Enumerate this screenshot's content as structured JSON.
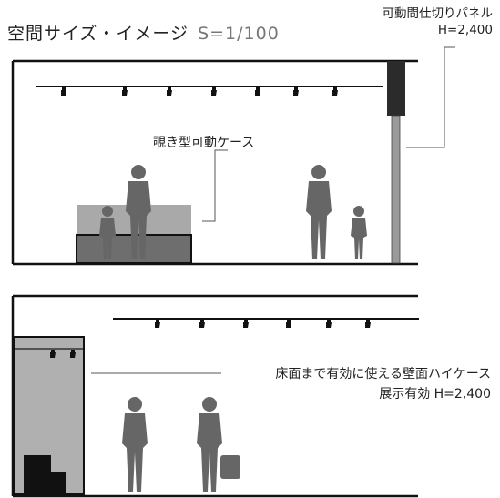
{
  "title": {
    "main": "空間サイズ・イメージ",
    "scale": "S=1/100"
  },
  "labels": {
    "movable_panel": "可動間仕切りパネル",
    "panel_height": "H=2,400",
    "peep_case": "覗き型可動ケース",
    "wall_case": "床面まで有効に使える壁面ハイケース",
    "display_height": "展示有効 H=2,400"
  },
  "colors": {
    "line": "#111111",
    "case_glass": "#a9a9a9",
    "case_base": "#6e6e6e",
    "panel_dark": "#2b2b2b",
    "panel_pole": "#9a9a9a",
    "wall_case_fill": "#b0b0b0",
    "figure": "#666666",
    "leader": "#555555"
  },
  "icons": [
    "spotlight-icon",
    "person-silhouette-icon"
  ]
}
